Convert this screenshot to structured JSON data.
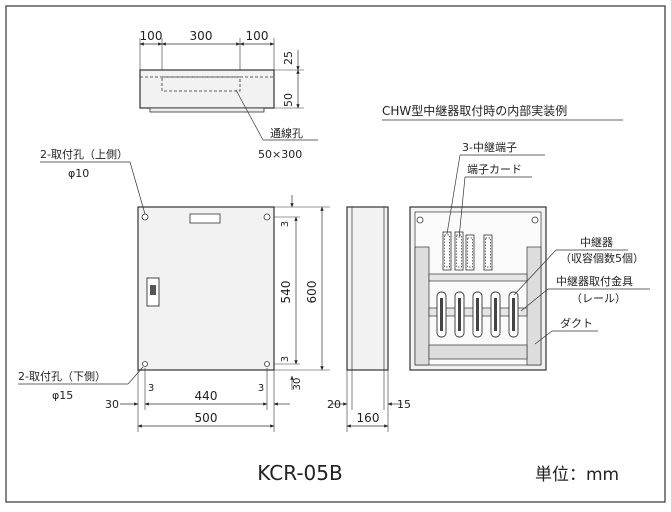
{
  "model": "KCR-05B",
  "unit_label": "単位：mm",
  "section_title": "CHW型中継器取付時の内部実装例",
  "top_view": {
    "dims_top": [
      "100",
      "300",
      "100"
    ],
    "dims_right": [
      "25",
      "50"
    ],
    "hole_label": "通線孔",
    "hole_size": "50×300"
  },
  "front_view": {
    "upper_holes_label": "2-取付孔（上側）",
    "upper_holes_dia": "φ10",
    "lower_holes_label": "2-取付孔（下側）",
    "lower_holes_dia": "φ15",
    "dim_3_top": "3",
    "dim_3_bottom": "3",
    "dim_540": "540",
    "dim_600": "600",
    "dim_30_right": "30",
    "dim_30_left": "30",
    "dim_3_left": "3",
    "dim_3_right": "3",
    "dim_440": "440",
    "dim_500": "500"
  },
  "side_view": {
    "dim_20": "20",
    "dim_160": "160",
    "dim_15": "15"
  },
  "internal_view": {
    "label_terminal": "3-中継端子",
    "label_card": "端子カード",
    "label_relay": "中継器",
    "label_relay_count": "（収容個数5個）",
    "label_bracket": "中継器取付金具",
    "label_rail": "（レール）",
    "label_duct": "ダクト"
  }
}
